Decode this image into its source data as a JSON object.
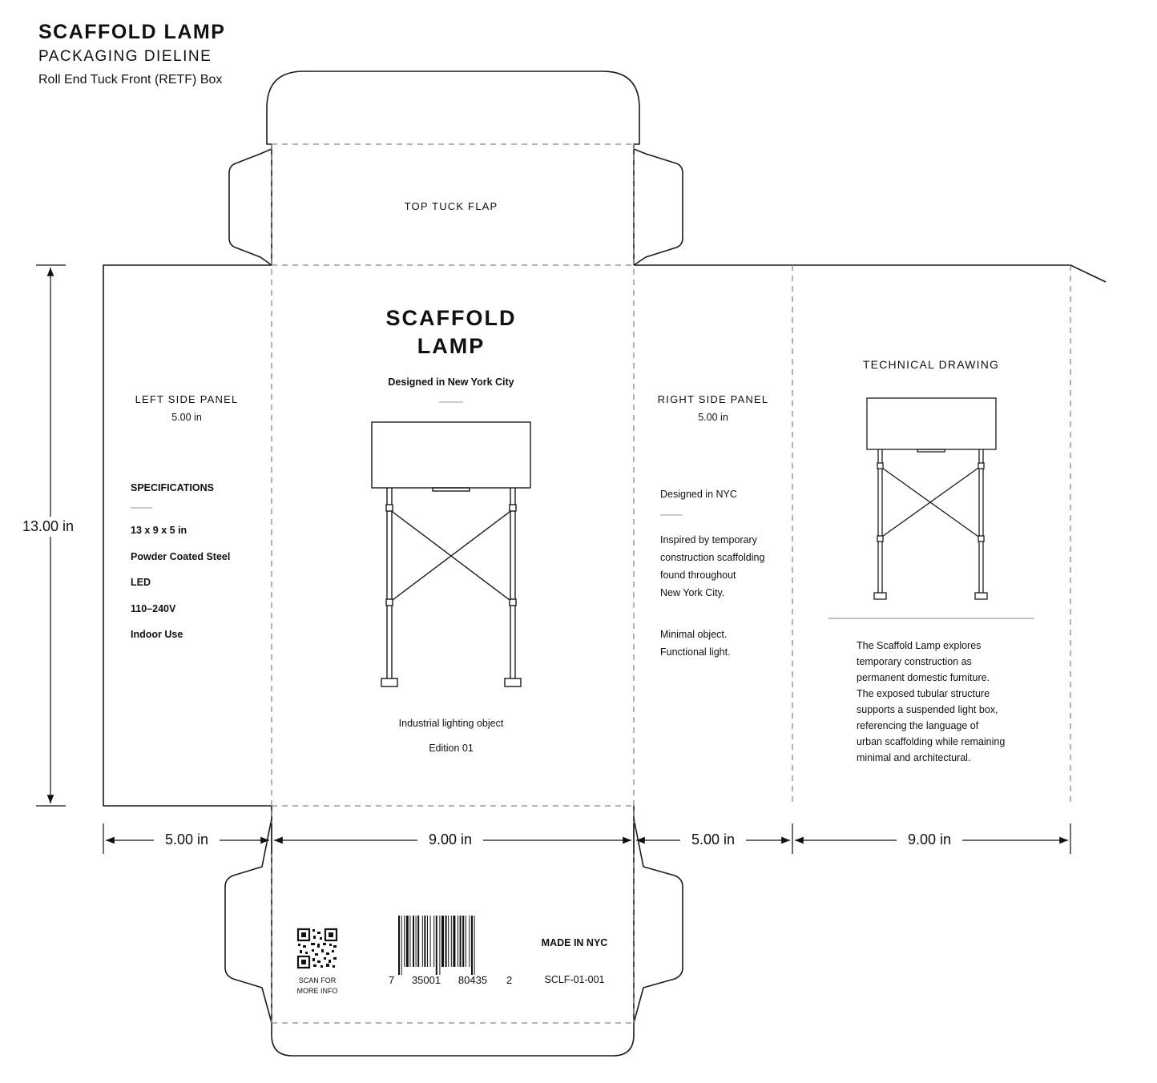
{
  "header": {
    "title": "SCAFFOLD LAMP",
    "subtitle": "PACKAGING DIELINE",
    "description": "Roll End Tuck Front (RETF) Box"
  },
  "top_flap": {
    "label": "TOP TUCK FLAP"
  },
  "left_panel": {
    "label": "LEFT SIDE PANEL",
    "size": "5.00 in",
    "specs_heading": "SPECIFICATIONS",
    "specs": [
      "13 x 9 x 5 in",
      "Powder Coated Steel",
      "LED",
      "110–240V",
      "Indoor Use"
    ]
  },
  "front_panel": {
    "title_line1": "SCAFFOLD",
    "title_line2": "LAMP",
    "tagline": "Designed in New York City",
    "caption": "Industrial lighting object",
    "edition": "Edition 01"
  },
  "right_panel": {
    "label": "RIGHT SIDE PANEL",
    "size": "5.00 in",
    "designed": "Designed in NYC",
    "inspired_lines": [
      "Inspired by temporary",
      "construction scaffolding",
      "found throughout",
      "New York City."
    ],
    "closing_lines": [
      "Minimal object.",
      "Functional light."
    ]
  },
  "back_panel": {
    "label": "TECHNICAL DRAWING",
    "description_lines": [
      "The Scaffold Lamp explores",
      "temporary construction as",
      "permanent domestic furniture.",
      "The exposed tubular structure",
      "supports a suspended light box,",
      "referencing the language of",
      "urban scaffolding while remaining",
      "minimal and architectural."
    ]
  },
  "bottom_flap": {
    "qr_caption_line1": "SCAN FOR",
    "qr_caption_line2": "MORE INFO",
    "barcode_digits": [
      "7",
      "35001",
      "80435",
      "2"
    ],
    "made_in": "MADE IN NYC",
    "sku": "SCLF-01-001"
  },
  "dimensions": {
    "height": "13.00 in",
    "left_width": "5.00 in",
    "front_width": "9.00 in",
    "right_width": "5.00 in",
    "back_width": "9.00 in"
  },
  "colors": {
    "line": "#1a1a1a",
    "fold_line": "#888888",
    "background": "#ffffff"
  }
}
